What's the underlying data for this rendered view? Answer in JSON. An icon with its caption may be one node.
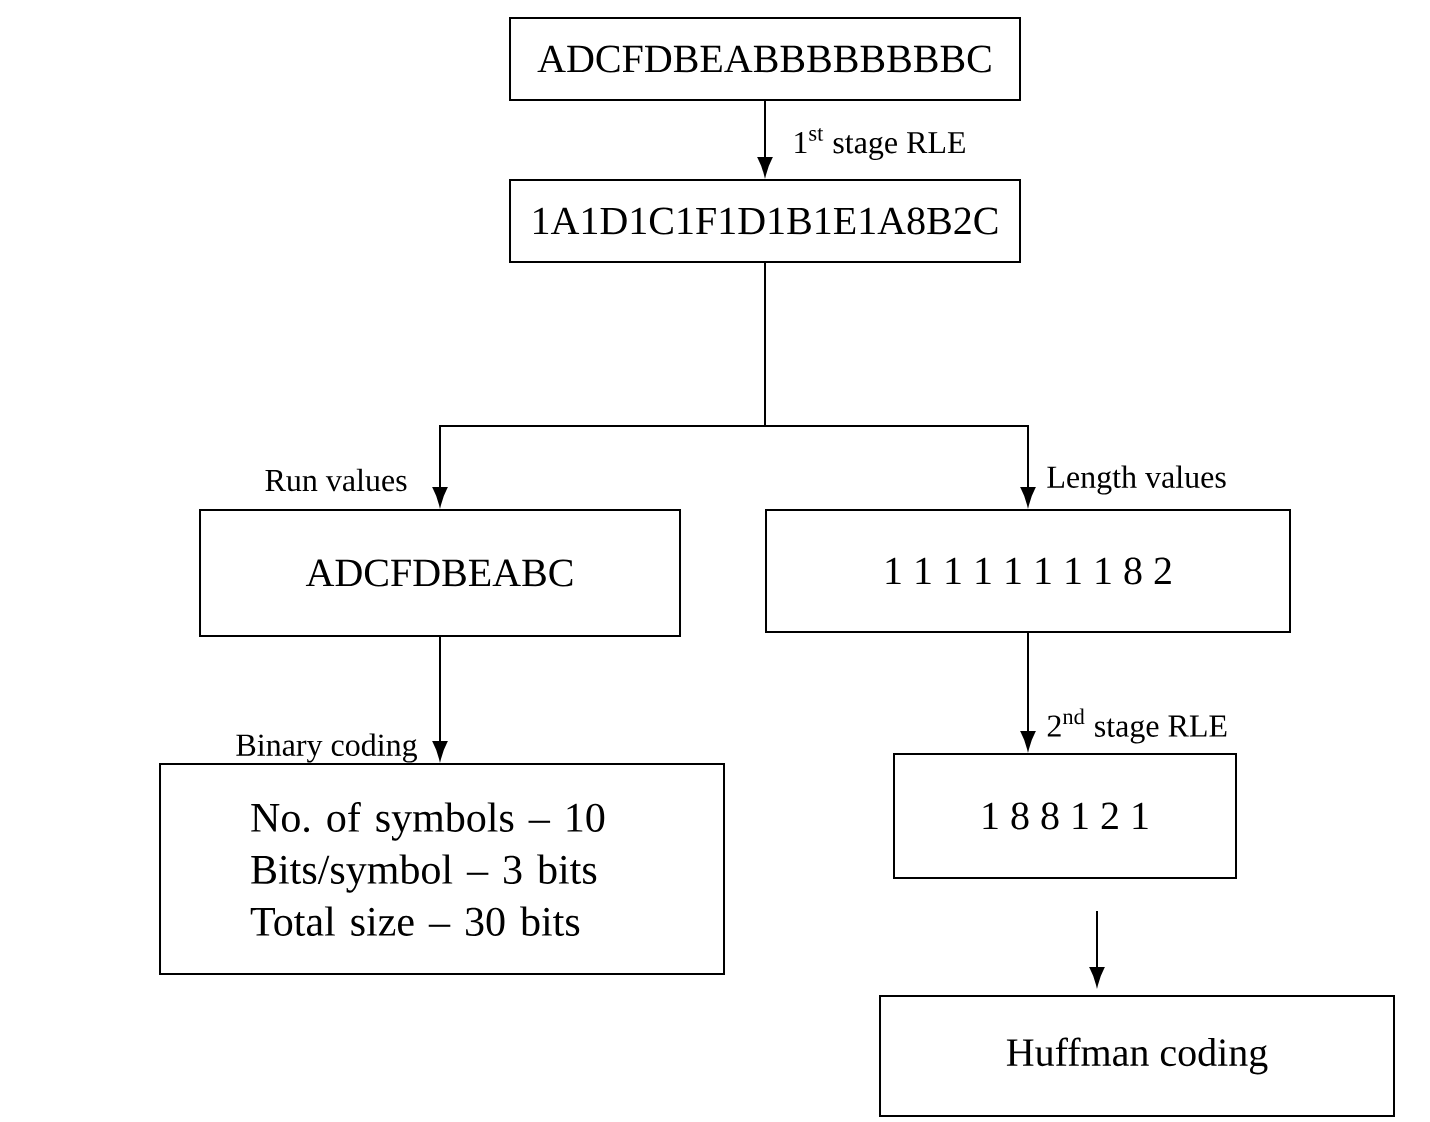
{
  "diagram": {
    "nodes": [
      {
        "text": [
          "ADCFDBEABBBBBBBBC"
        ]
      },
      {
        "text": [
          "1A1D1C1F1D1B1E1A8B2C"
        ]
      },
      {
        "text": [
          "ADCFDBEABC"
        ]
      },
      {
        "text": [
          "1 1 1 1 1 1 1 1 8 2"
        ]
      },
      {
        "text": [
          "No. of symbols – 10 Bits/symbol – 3 bits Total size – 30 bits"
        ]
      },
      {
        "text": [
          "1 8 8 1 2 1"
        ]
      },
      {
        "text": [
          "Huffman coding"
        ]
      }
    ],
    "edges": [
      {
        "from": 0,
        "to": 1,
        "arrow": "to",
        "label": "1$^{st}$ stage RLE"
      },
      {
        "from": 1,
        "to": 2,
        "arrow": "to",
        "label": "Run values"
      },
      {
        "from": 1,
        "to": 3,
        "arrow": "to",
        "label": "Length values"
      },
      {
        "from": 2,
        "to": 4,
        "arrow": "to",
        "label": "Binary coding"
      },
      {
        "from": 3,
        "to": 5,
        "arrow": "to",
        "label": "2$^{nd}$ stage RLE"
      },
      {
        "from": 5,
        "to": 6,
        "arrow": "to"
      }
    ]
  }
}
